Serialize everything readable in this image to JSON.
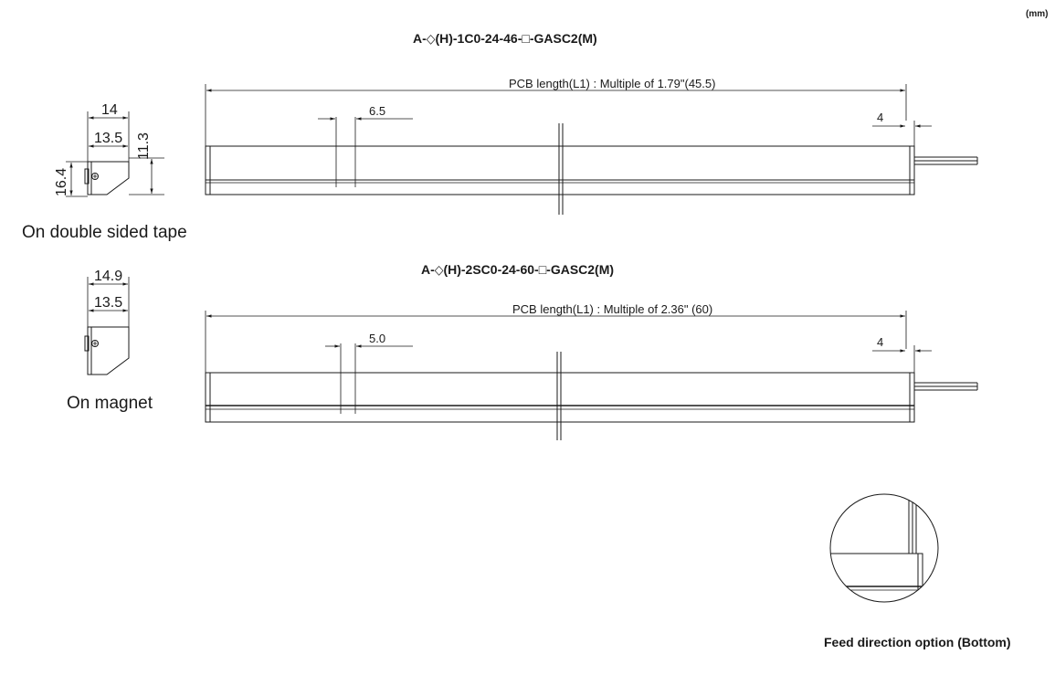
{
  "units": "(mm)",
  "model_1": {
    "title": "A-◇(H)-1C0-24-46-□-GASC2(M)",
    "pcb_length": "PCB length(L1) : Multiple of  1.79\"(45.5)",
    "gap_dim": "6.5",
    "end_dim": "4"
  },
  "model_2": {
    "title": "A-◇(H)-2SC0-24-60-□-GASC2(M)",
    "pcb_length": "PCB length(L1) : Multiple of  2.36\" (60)",
    "gap_dim": "5.0",
    "end_dim": "4"
  },
  "profile_tape": {
    "width_outer": "14",
    "width_inner": "13.5",
    "height_right": "11.3",
    "height_left": "16.4",
    "caption": "On double sided tape"
  },
  "profile_magnet": {
    "width_outer": "14.9",
    "width_inner": "13.5",
    "caption": "On magnet"
  },
  "feed_detail": {
    "caption": "Feed direction option (Bottom)"
  }
}
